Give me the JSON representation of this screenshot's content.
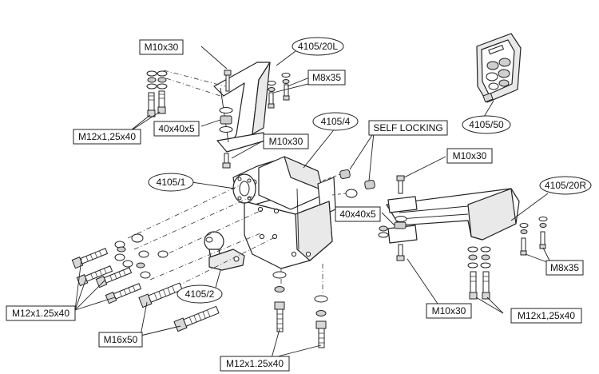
{
  "labels": {
    "bolt_m10x30_top_left": "M10x30",
    "part_4105_20l": "4105/20L",
    "bolt_m8x35_top": "M8x35",
    "bolt_m12_top_left": "M12x1,25x40",
    "plate_40x40x5_top": "40x40x5",
    "bolt_m10x30_center": "M10x30",
    "part_4105_4": "4105/4",
    "self_locking": "SELF LOCKING",
    "part_4105_50": "4105/50",
    "part_4105_1": "4105/1",
    "bolt_m10x30_right_top": "M10x30",
    "part_4105_20r": "4105/20R",
    "plate_40x40x5_right": "40x40x5",
    "bolt_m8x35_right": "M8x35",
    "part_4105_2": "4105/2",
    "bolt_m10x30_right_bottom": "M10x30",
    "bolt_m12_right": "M12x1,25x40",
    "bolt_m12_left": "M12x1.25x40",
    "bolt_m16x50": "M16x50",
    "bolt_m12_bottom": "M12x1.25x40"
  }
}
